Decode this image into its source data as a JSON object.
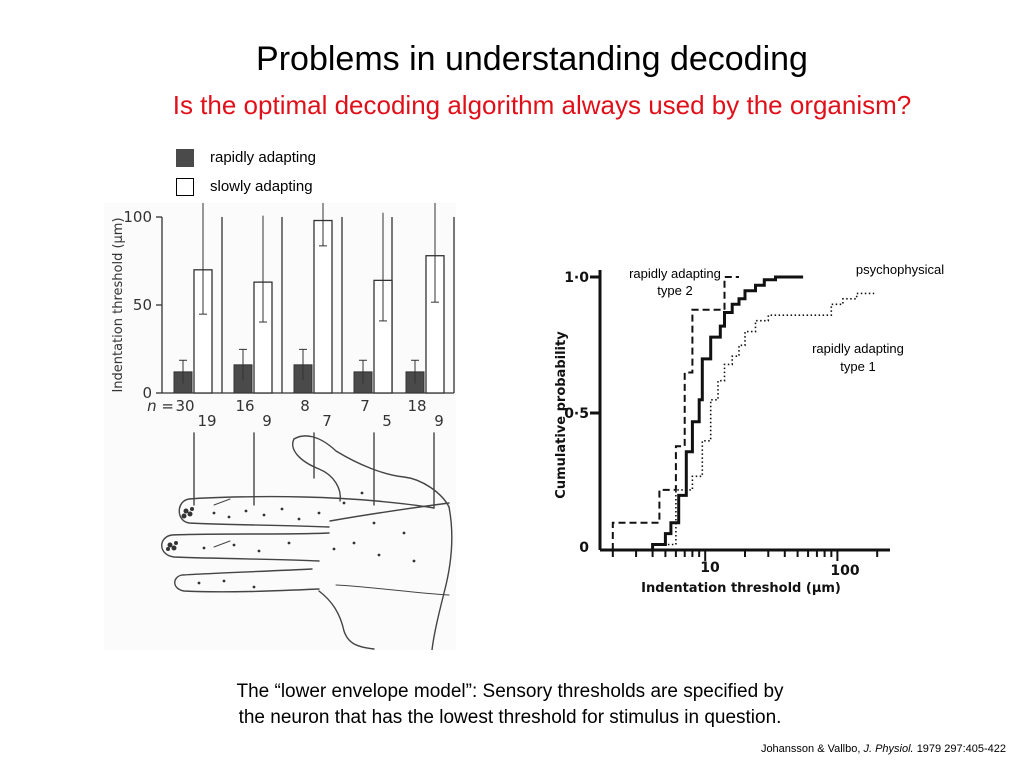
{
  "slide": {
    "title": "Problems in understanding decoding",
    "subtitle": "Is the optimal decoding algorithm always used by the organism?",
    "caption_line1": "The “lower envelope model”: Sensory thresholds are specified by",
    "caption_line2": "the neuron that has the lowest threshold for stimulus in question.",
    "citation_authors": "Johansson & Vallbo,",
    "citation_journal": "J. Physiol.",
    "citation_rest": "1979 297:405-422"
  },
  "legend": {
    "rapid": "rapidly adapting",
    "slow": "slowly adapting"
  },
  "chart_data": [
    {
      "type": "bar",
      "ylabel": "Indentation threshold (μm)",
      "ylim": [
        0,
        100
      ],
      "yticks": [
        "0",
        "50",
        "100"
      ],
      "n_prefix": "n =",
      "groups": [
        {
          "rapid": 12,
          "slow": 70,
          "n_rapid": "30",
          "n_slow": "19"
        },
        {
          "rapid": 16,
          "slow": 63,
          "n_rapid": "16",
          "n_slow": "9"
        },
        {
          "rapid": 16,
          "slow": 98,
          "n_rapid": "8",
          "n_slow": "7"
        },
        {
          "rapid": 12,
          "slow": 64,
          "n_rapid": "7",
          "n_slow": "5"
        },
        {
          "rapid": 12,
          "slow": 78,
          "n_rapid": "18",
          "n_slow": "9"
        }
      ],
      "series_colors": {
        "rapid": "#4a4a4a",
        "slow": "#ffffff"
      }
    },
    {
      "type": "line",
      "xlabel": "Indentation threshold (μm)",
      "ylabel": "Cumulative probability",
      "xscale": "log",
      "xlim": [
        1.6,
        250
      ],
      "ylim": [
        0,
        1.0
      ],
      "xticks": [
        "10",
        "100"
      ],
      "yticks": [
        "0",
        "0·5",
        "1·0"
      ],
      "annotations": [
        "rapidly adapting type 2",
        "psychophysical",
        "rapidly adapting type 1"
      ],
      "series": [
        {
          "style": "dashed",
          "points": [
            [
              2,
              0
            ],
            [
              2,
              0.1
            ],
            [
              4.5,
              0.1
            ],
            [
              4.5,
              0.22
            ],
            [
              6,
              0.22
            ],
            [
              6,
              0.38
            ],
            [
              7,
              0.38
            ],
            [
              7,
              0.65
            ],
            [
              8,
              0.65
            ],
            [
              8,
              0.88
            ],
            [
              14,
              0.88
            ],
            [
              14,
              1.0
            ],
            [
              18,
              1.0
            ]
          ]
        },
        {
          "style": "solid",
          "points": [
            [
              4,
              0
            ],
            [
              4,
              0.02
            ],
            [
              5,
              0.02
            ],
            [
              5,
              0.06
            ],
            [
              5.5,
              0.06
            ],
            [
              5.5,
              0.1
            ],
            [
              6.3,
              0.1
            ],
            [
              6.3,
              0.2
            ],
            [
              7.2,
              0.2
            ],
            [
              7.2,
              0.36
            ],
            [
              8,
              0.36
            ],
            [
              8,
              0.47
            ],
            [
              9,
              0.47
            ],
            [
              9,
              0.55
            ],
            [
              9.5,
              0.55
            ],
            [
              9.5,
              0.7
            ],
            [
              11,
              0.7
            ],
            [
              11,
              0.78
            ],
            [
              13,
              0.78
            ],
            [
              13,
              0.82
            ],
            [
              14,
              0.82
            ],
            [
              14,
              0.87
            ],
            [
              16,
              0.87
            ],
            [
              16,
              0.9
            ],
            [
              18,
              0.9
            ],
            [
              18,
              0.92
            ],
            [
              20,
              0.92
            ],
            [
              20,
              0.95
            ],
            [
              24,
              0.95
            ],
            [
              24,
              0.97
            ],
            [
              28,
              0.97
            ],
            [
              28,
              0.99
            ],
            [
              34,
              0.99
            ],
            [
              34,
              1.0
            ],
            [
              55,
              1.0
            ]
          ]
        },
        {
          "style": "dotted",
          "points": [
            [
              5,
              0
            ],
            [
              5,
              0.02
            ],
            [
              6,
              0.02
            ],
            [
              6,
              0.22
            ],
            [
              8,
              0.22
            ],
            [
              8,
              0.27
            ],
            [
              9.5,
              0.27
            ],
            [
              9.5,
              0.4
            ],
            [
              11,
              0.4
            ],
            [
              11,
              0.55
            ],
            [
              12.5,
              0.55
            ],
            [
              12.5,
              0.62
            ],
            [
              14,
              0.62
            ],
            [
              14,
              0.68
            ],
            [
              16,
              0.68
            ],
            [
              16,
              0.71
            ],
            [
              18,
              0.71
            ],
            [
              18,
              0.75
            ],
            [
              20,
              0.75
            ],
            [
              20,
              0.8
            ],
            [
              24,
              0.8
            ],
            [
              24,
              0.84
            ],
            [
              30,
              0.84
            ],
            [
              30,
              0.86
            ],
            [
              40,
              0.86
            ],
            [
              40,
              0.86
            ],
            [
              90,
              0.86
            ],
            [
              90,
              0.9
            ],
            [
              110,
              0.9
            ],
            [
              110,
              0.92
            ],
            [
              140,
              0.92
            ],
            [
              140,
              0.94
            ],
            [
              190,
              0.94
            ]
          ]
        }
      ]
    }
  ]
}
